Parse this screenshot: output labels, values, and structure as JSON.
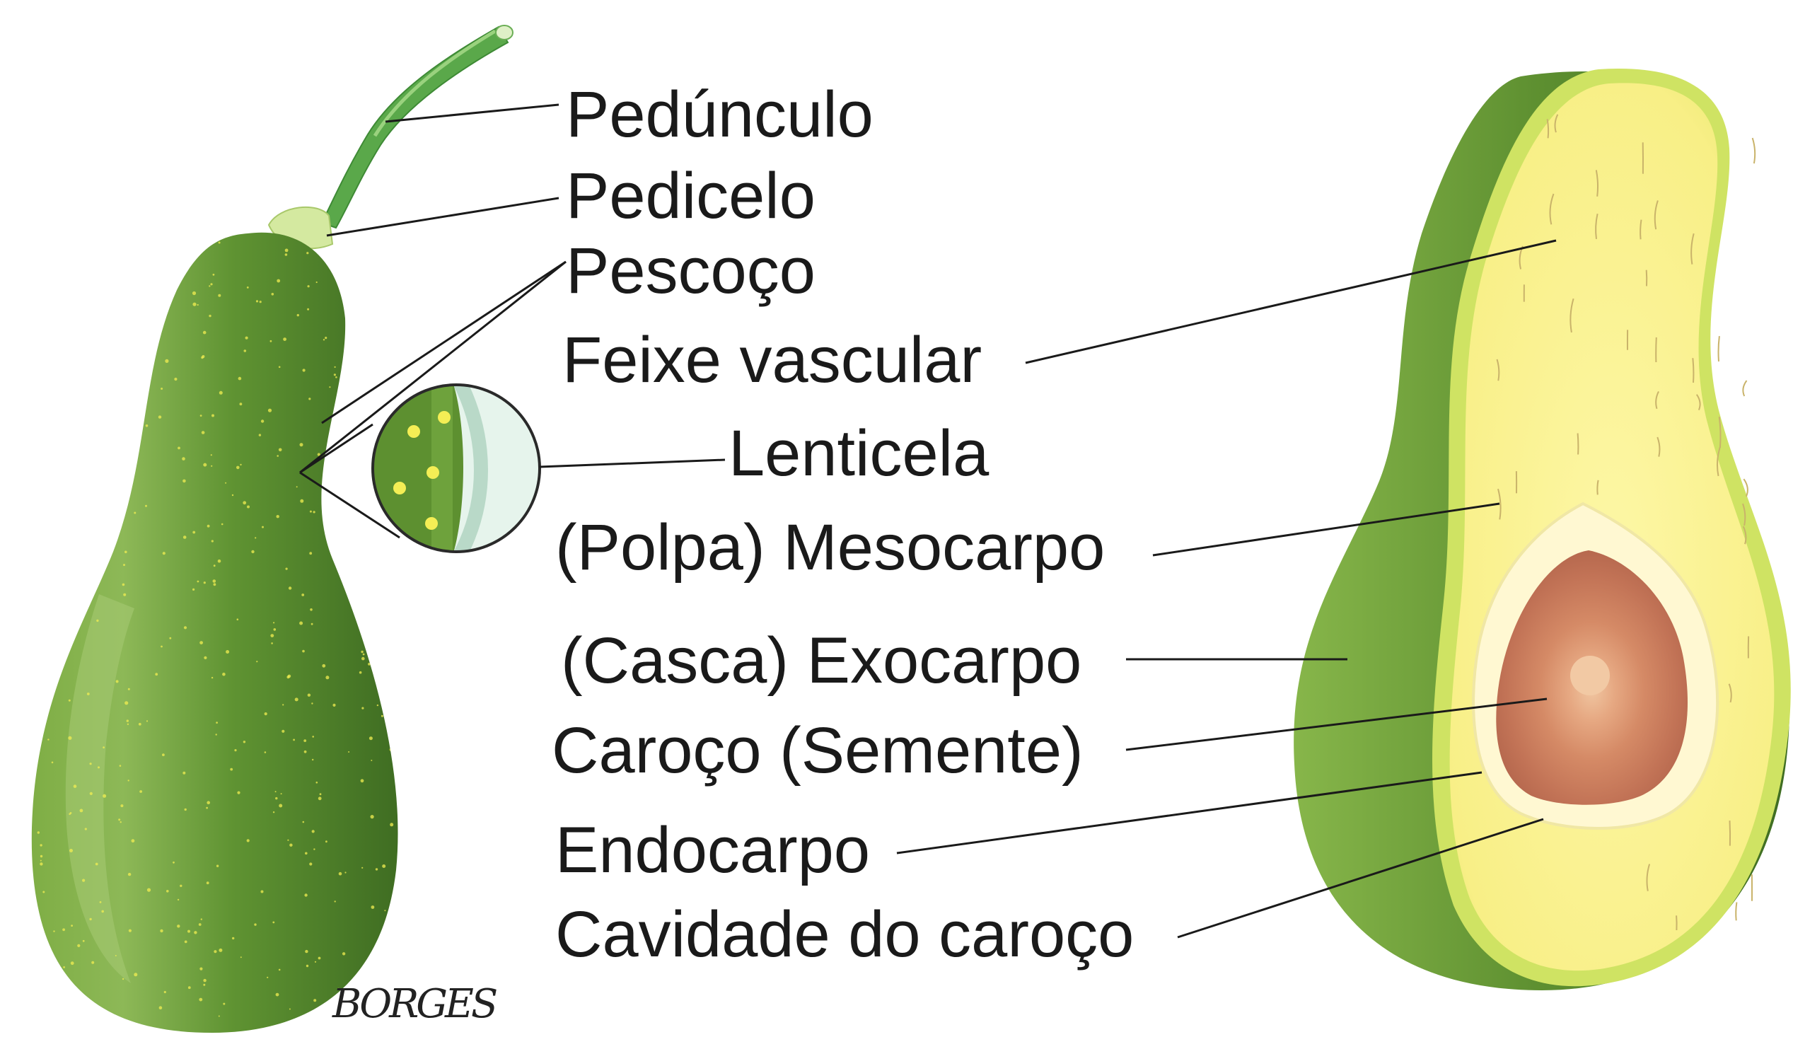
{
  "labels": {
    "peduncle": "Pedúnculo",
    "pedicel": "Pedicelo",
    "neck": "Pescoço",
    "vascular_bundle": "Feixe vascular",
    "lenticel": "Lenticela",
    "mesocarp": "(Polpa) Mesocarpo",
    "exocarp": "(Casca) Exocarpo",
    "seed": "Caroço (Semente)",
    "endocarp": "Endocarpo",
    "seed_cavity": "Cavidade do caroço"
  },
  "signature": "BORGES",
  "colors": {
    "skin_dark": "#4a7d27",
    "skin_mid": "#6a9c34",
    "skin_light": "#9dc26a",
    "stem": "#58a84a",
    "pedicel": "#d7eaa0",
    "flesh": "#fbf38e",
    "flesh_edge": "#d6e466",
    "endocarp": "#fff8d0",
    "seed_outer": "#b86a4e",
    "seed_inner": "#eec09a",
    "lenticel_dot": "#f2ee52",
    "leader_line": "#1a1a1a"
  }
}
